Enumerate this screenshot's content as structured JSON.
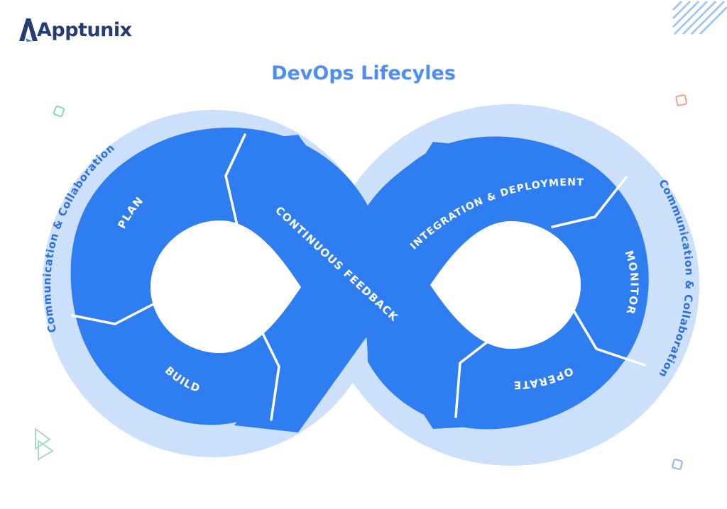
{
  "brand": {
    "name": "Apptunix"
  },
  "title": "DevOps Lifecyles",
  "stages": {
    "plan": "PLAN",
    "build": "BUILD",
    "continuous_feedback": "CONTINUOUS FEEDBACK",
    "integration_deployment": "INTEGRATION & DEPLOYMENT",
    "monitor": "MONITOR",
    "operate": "OPERATE"
  },
  "outer_labels": {
    "left": "Communication & Collaboration",
    "right": "Communication & Collaboration"
  },
  "colors": {
    "band": "#2f7ef1",
    "halo": "#cce0fb",
    "brand_text": "#243b74",
    "title": "#4d8ef0",
    "outer_text": "#2d6fe0"
  }
}
